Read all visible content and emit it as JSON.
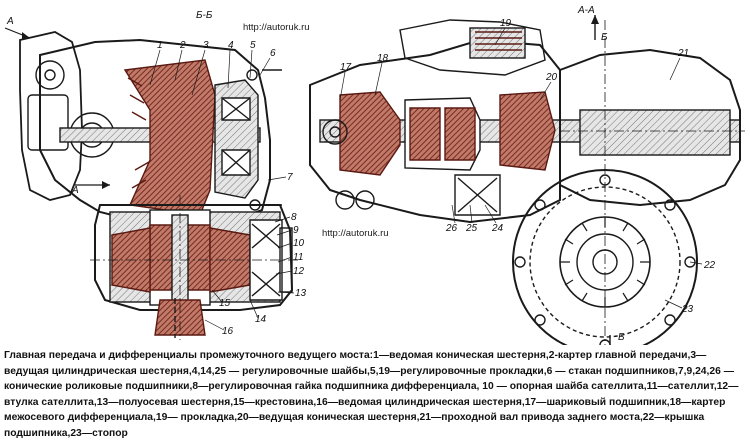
{
  "section_labels": {
    "bb": "Б-Б",
    "aa": "А-А",
    "a_left": "А",
    "a_lower": "А",
    "b_upper": "Б",
    "b_lower": "Б"
  },
  "watermarks": [
    "http://autoruk.ru",
    "http://autoruk.ru"
  ],
  "part_numbers": [
    "1",
    "2",
    "3",
    "4",
    "5",
    "6",
    "7",
    "8",
    "9",
    "10",
    "11",
    "12",
    "13",
    "14",
    "15",
    "16",
    "17",
    "18",
    "19",
    "20",
    "21",
    "22",
    "23",
    "24",
    "25",
    "26"
  ],
  "caption": "Главная передача и дифференциалы промежуточного ведущего моста:1—ведомая коническая шестерня,2-картер главной передачи,3—ведущая цилиндрическая шестерня,4,14,25 — регулировочные шайбы,5,19—регулировочные прокладки,6 — стакан подшипников,7,9,24,26 — конические роликовые подшипники,8—регулировочная гайка подшипника дифференциала, 10 — опорная шайба сателлита,11—сателлит,12—втулка сателлита,13—полуосевая шестерня,15—крестовина,16—ведомая цилиндрическая шестерня,17—шариковый подшипник,18—картер межосевого дифференциала,19— прокладка,20—ведущая коническая шестерня,21—проходной вал привода заднего моста,22—крышка подшипника,23—стопор",
  "colors": {
    "line": "#1a1a1a",
    "hatch_red": "#9b3a2c",
    "hatch_gray": "#8a8a8a"
  }
}
